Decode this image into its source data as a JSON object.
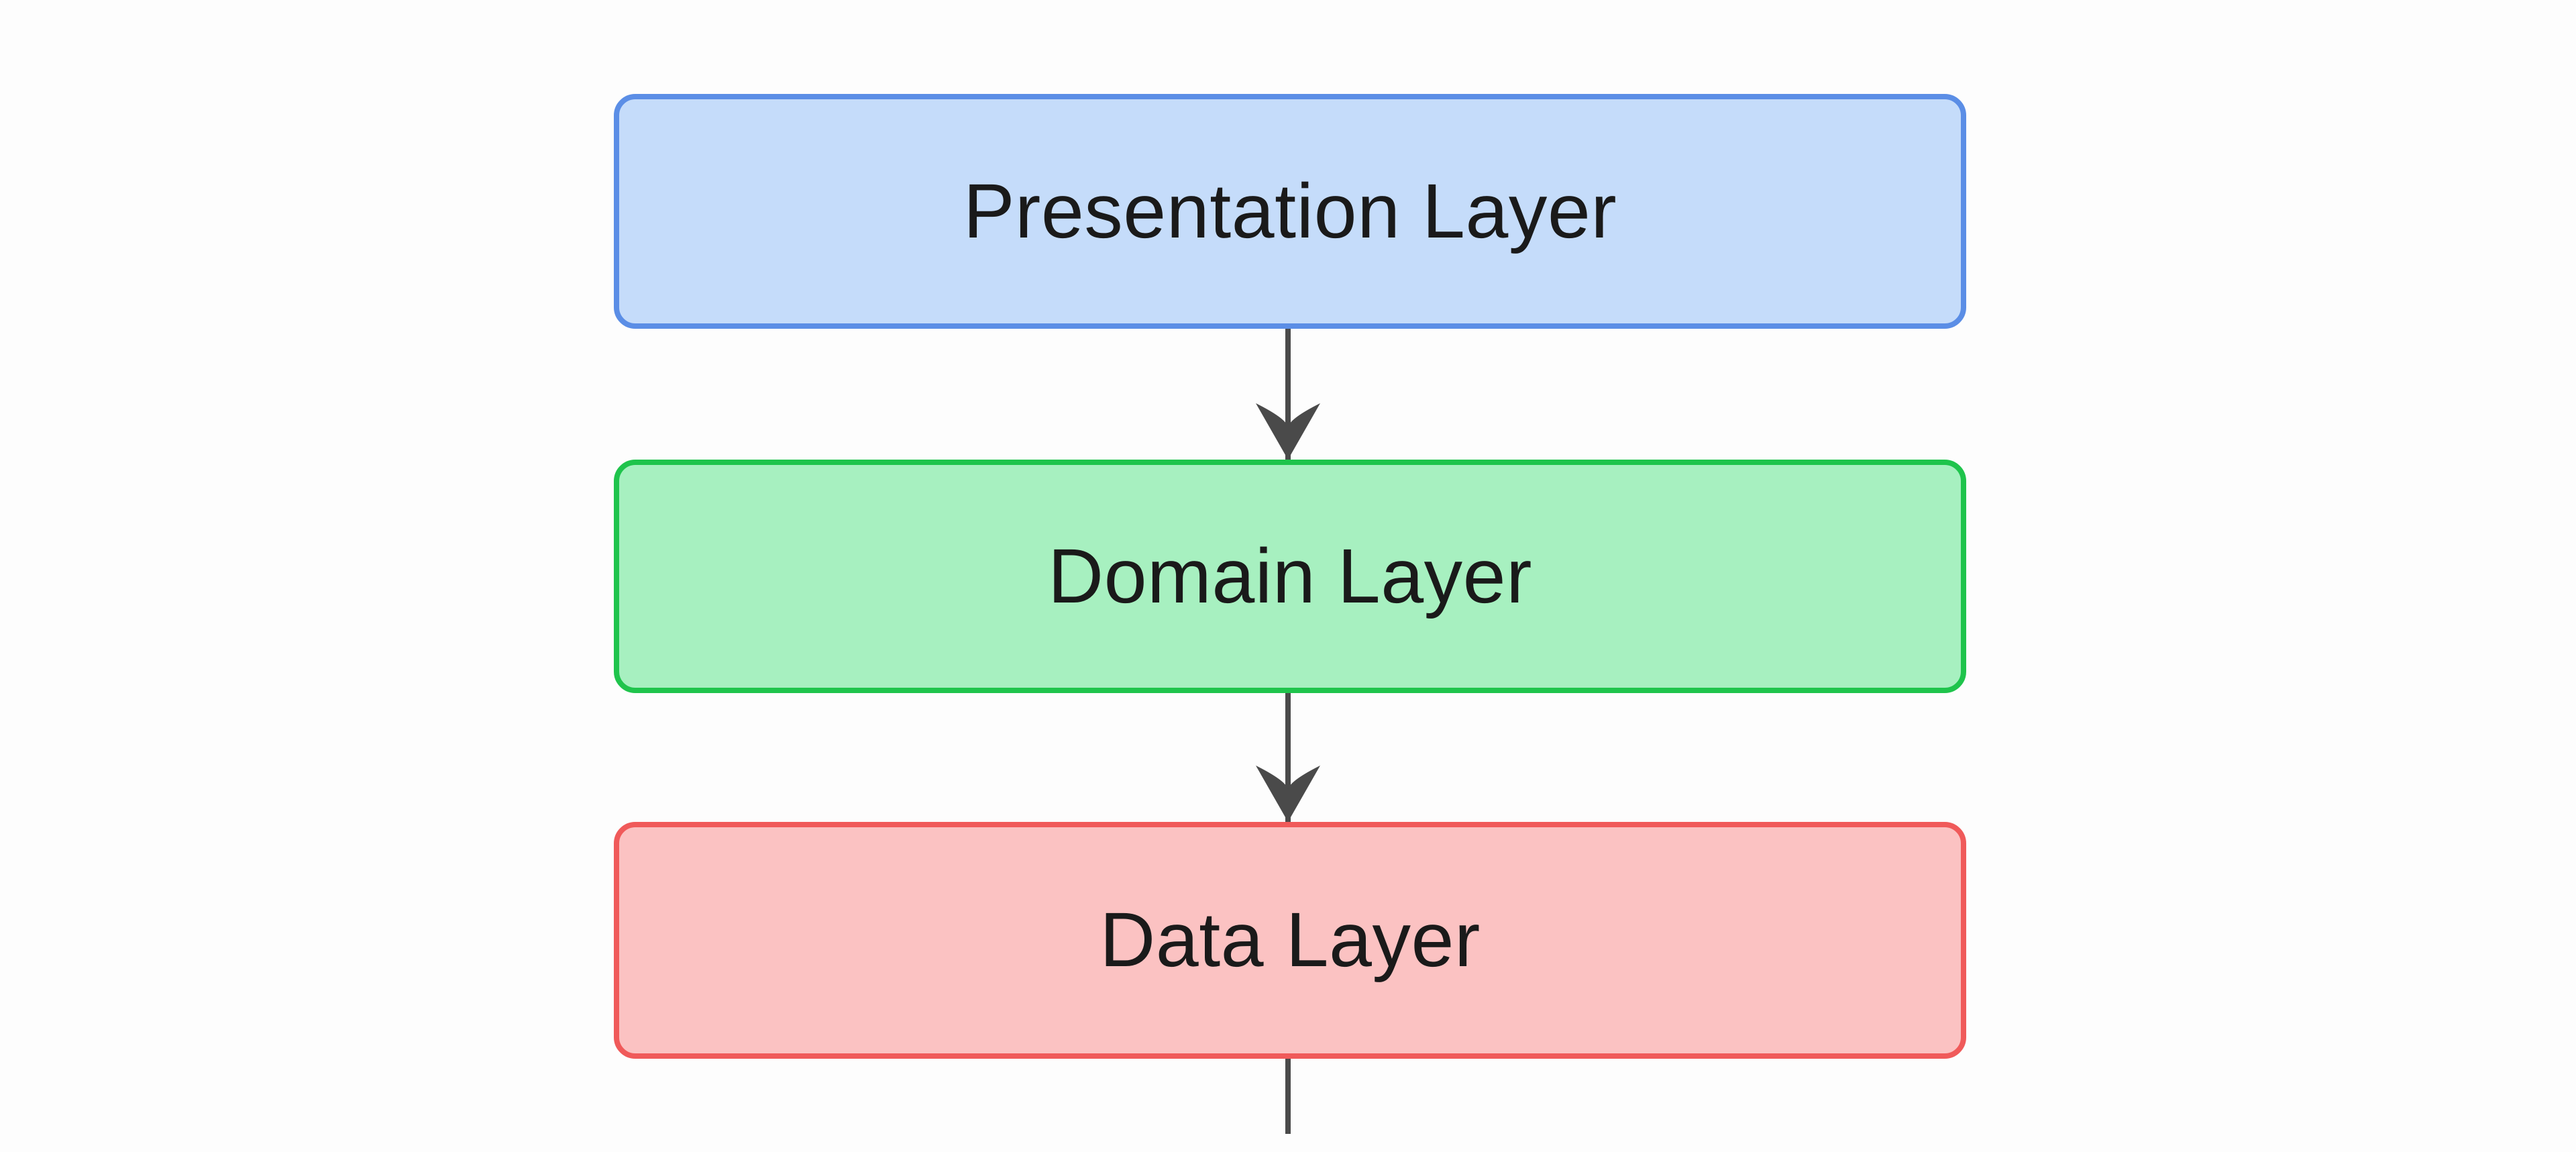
{
  "diagram": {
    "type": "flowchart",
    "direction": "top-to-bottom",
    "title": "",
    "background_color": "#fdfdfd",
    "nodes": [
      {
        "id": "presentation",
        "label": "Presentation Layer",
        "shape": "rounded-rectangle",
        "fill_color": "#c5dcfa",
        "border_color": "#5b8ee6",
        "text_color": "#1a1a1a",
        "order": 1
      },
      {
        "id": "domain",
        "label": "Domain Layer",
        "shape": "rounded-rectangle",
        "fill_color": "#a7f0c0",
        "border_color": "#1fc44c",
        "text_color": "#1a1a1a",
        "order": 2
      },
      {
        "id": "data",
        "label": "Data Layer",
        "shape": "rounded-rectangle",
        "fill_color": "#fbc2c2",
        "border_color": "#f05a5a",
        "text_color": "#1a1a1a",
        "order": 3
      }
    ],
    "edges": [
      {
        "id": "edge-presentation-domain",
        "from": "presentation",
        "to": "domain",
        "label": "",
        "arrowhead": "barbed-triangle",
        "color": "#4a4a4a"
      },
      {
        "id": "edge-domain-data",
        "from": "domain",
        "to": "data",
        "label": "",
        "arrowhead": "barbed-triangle",
        "color": "#4a4a4a"
      }
    ]
  }
}
